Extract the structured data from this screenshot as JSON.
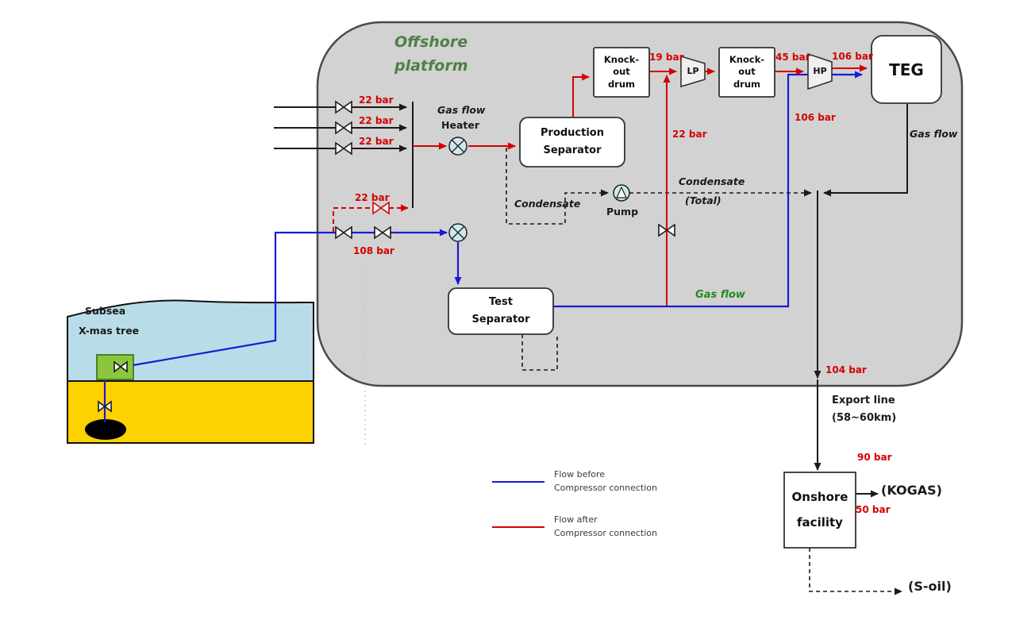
{
  "colors": {
    "red": "#d40000",
    "blue": "#1a1ad6",
    "ink": "#1a1a1a",
    "green": "#4e8044",
    "flowgreen": "#228B22",
    "platformFill": "#d2d2d2",
    "platformStroke": "#4a4a4a",
    "water": "#b9dde8",
    "sand": "#fdd200",
    "treeFill": "#8cc63e",
    "treeStroke": "#3e7a1e",
    "boxStroke": "#333333",
    "heaterFill": "#cde9ed"
  },
  "platform": {
    "title_line1": "Offshore",
    "title_line2": "platform"
  },
  "subsea": {
    "label_line1": "Subsea",
    "label_line2": "X-mas tree"
  },
  "equipment": {
    "heater_flow_label": "Gas flow",
    "heater_label": "Heater",
    "production_separator_line1": "Production",
    "production_separator_line2": "Separator",
    "test_separator_line1": "Test",
    "test_separator_line2": "Separator",
    "knockout_drum1": "Knock-out drum",
    "knockout_drum2": "Knock-out drum",
    "lp_compressor": "LP",
    "hp_compressor": "HP",
    "teg": "TEG",
    "pump": "Pump",
    "onshore_line1": "Onshore",
    "onshore_line2": "facility"
  },
  "pressures": {
    "inlet1": "22 bar",
    "inlet2": "22 bar",
    "inlet3": "22 bar",
    "choke_line": "22 bar",
    "wellhead": "108 bar",
    "lp_suction": "19 bar",
    "hp_suction": "45 bar",
    "hp_discharge": "106 bar",
    "gas_to_teg": "106 bar",
    "test_riser": "22 bar",
    "export": "104 bar",
    "onshore_arrival": "90 bar",
    "kogas": "50 bar"
  },
  "streams": {
    "condensate": "Condensate",
    "condensate_total_line1": "Condensate",
    "condensate_total_line2": "(Total)",
    "gas_flow_test": "Gas flow",
    "gas_flow_teg": "Gas flow"
  },
  "export_line": {
    "line1": "Export line",
    "line2": "(58~60km)"
  },
  "destinations": {
    "kogas": "(KOGAS)",
    "soil": "(S-oil)"
  },
  "legend": {
    "before_line1": "Flow before",
    "before_line2": "Compressor connection",
    "after_line1": "Flow after",
    "after_line2": "Compressor connection"
  }
}
